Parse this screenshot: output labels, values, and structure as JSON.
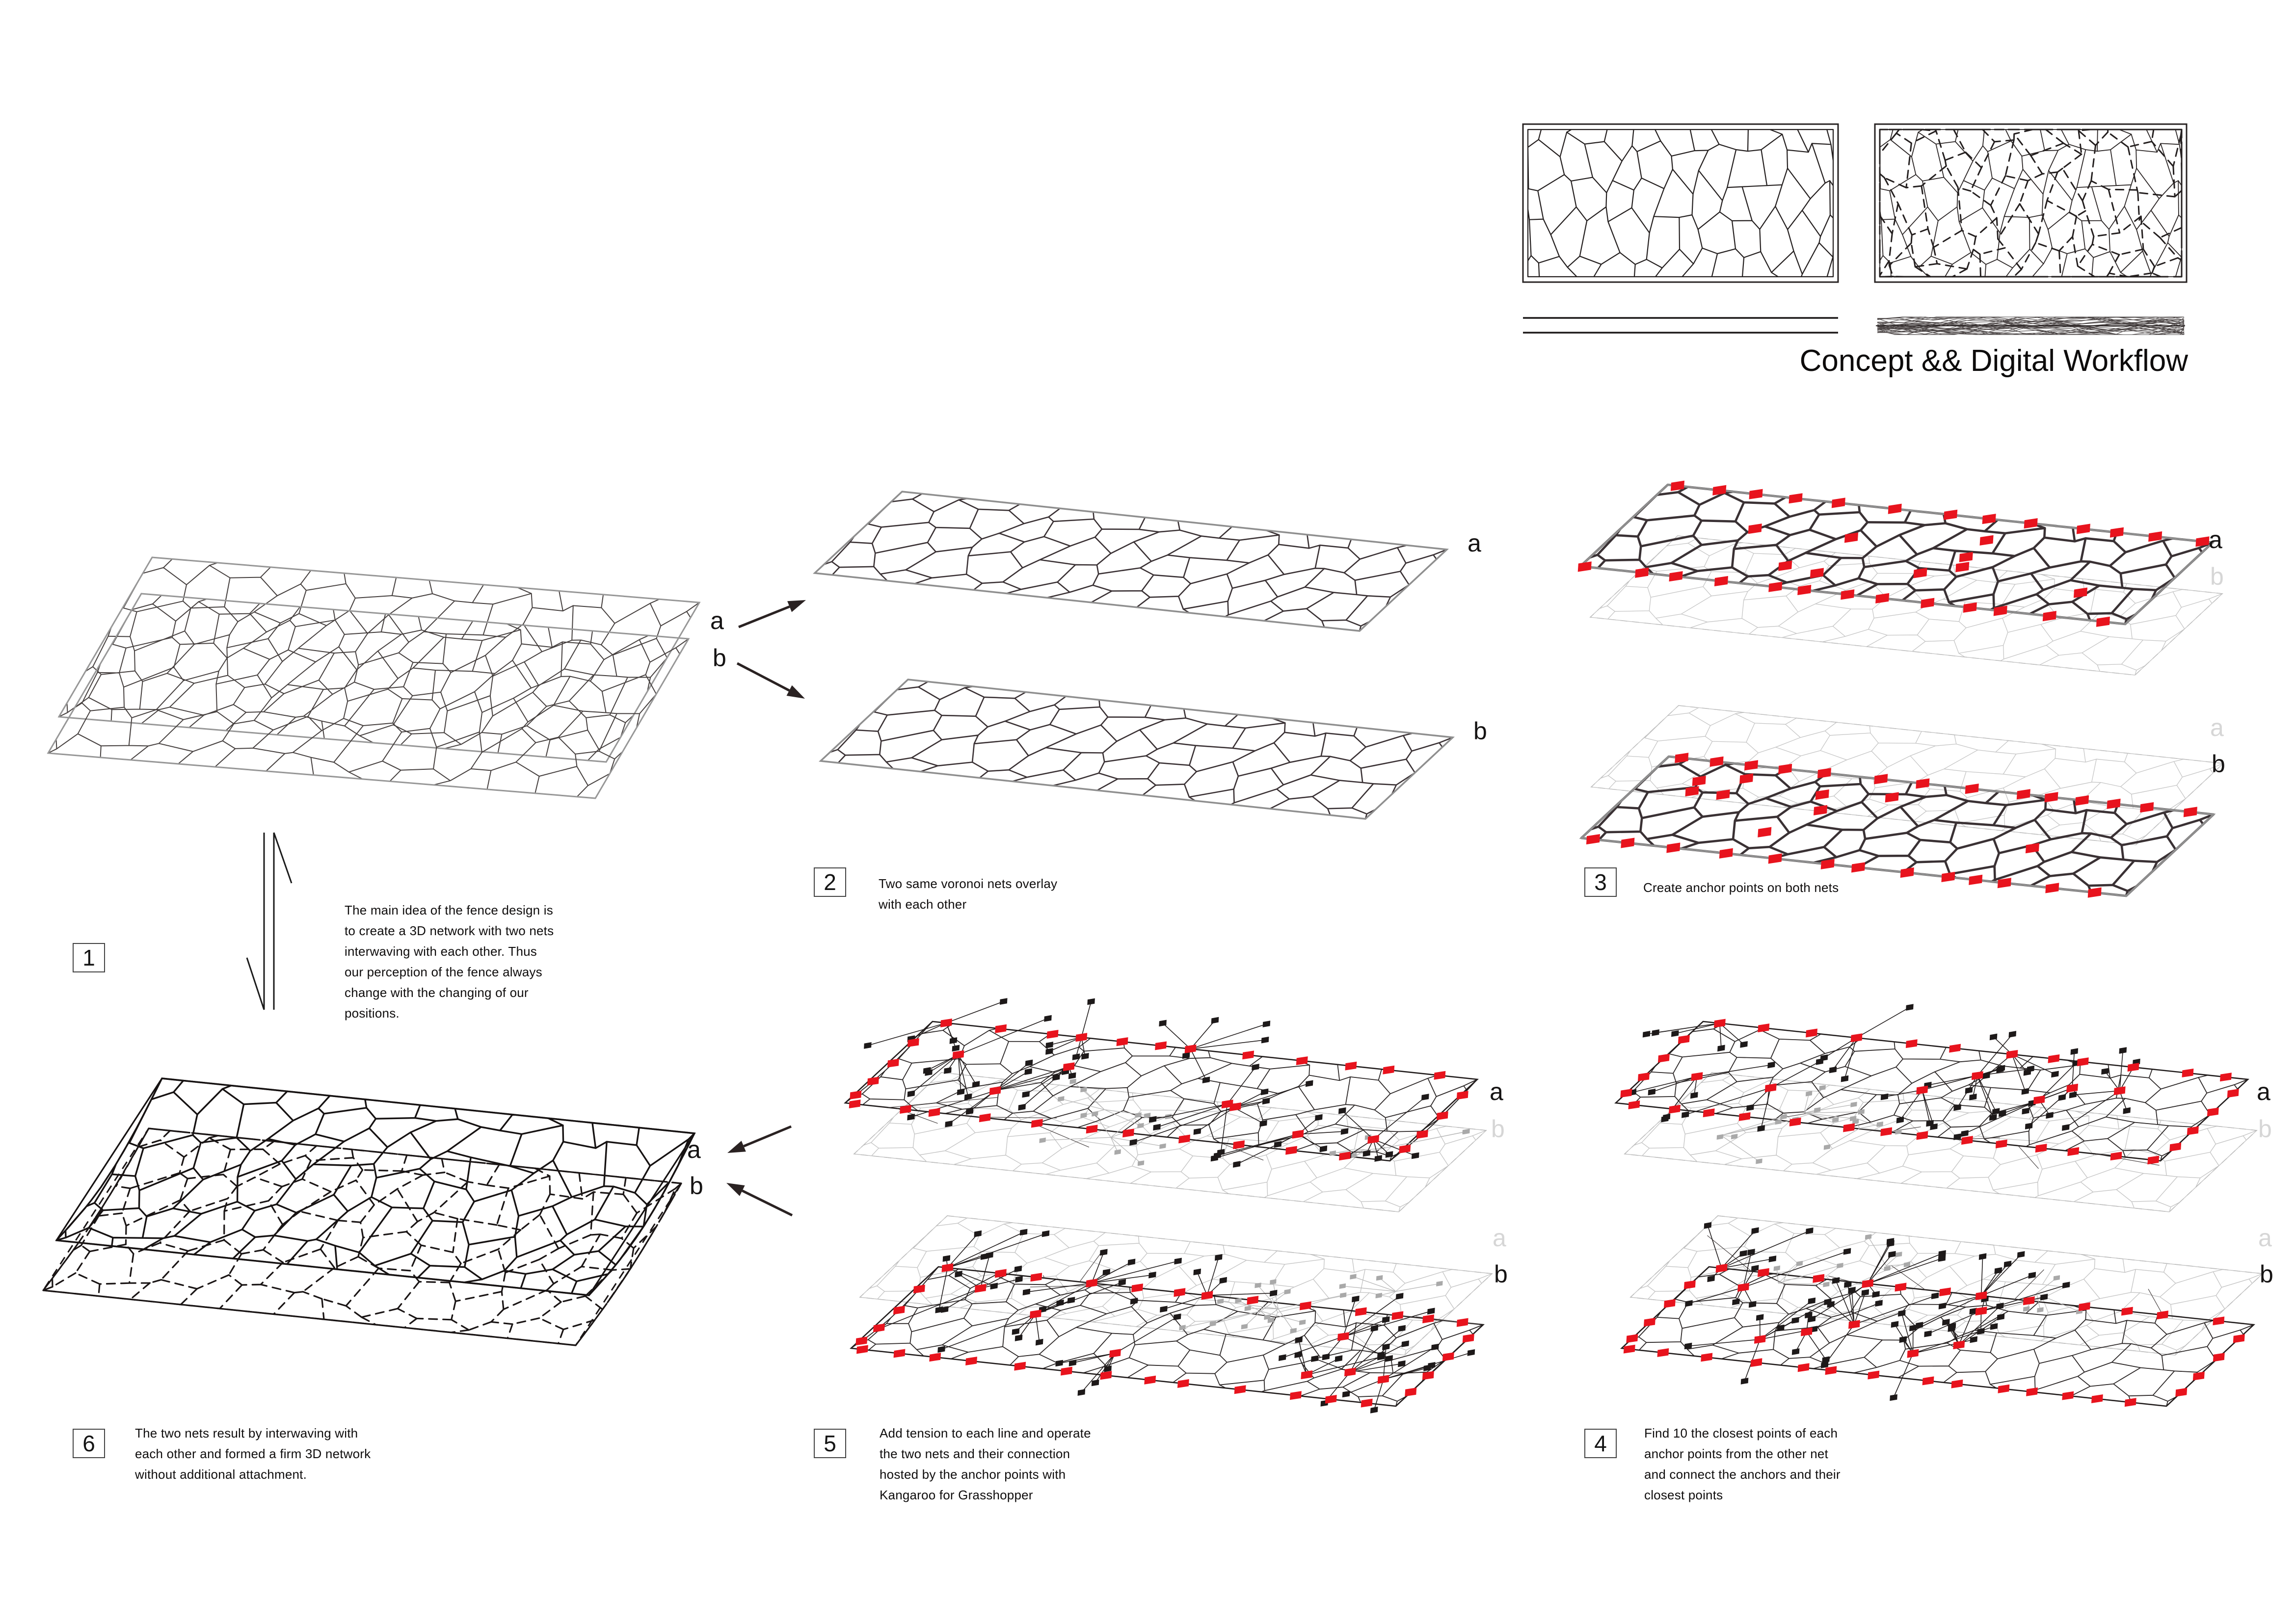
{
  "title": "Concept && Digital Workflow",
  "glyphs": {
    "a": "a",
    "b": "b"
  },
  "steps": [
    {
      "num": "1",
      "text": "The main idea of the fence design is\nto create a 3D network with two nets\ninterwaving with each other. Thus\nour perception of the fence always\nchange with the changing of our\npositions."
    },
    {
      "num": "2",
      "text": "Two same voronoi nets overlay\nwith each other"
    },
    {
      "num": "3",
      "text": "Create anchor points on both nets"
    },
    {
      "num": "4",
      "text": "Find 10 the closest points of each\nanchor points from the other net\nand connect the anchors and their\nclosest points"
    },
    {
      "num": "5",
      "text": "Add tension to each line and operate\nthe two nets and their connection\nhosted by the anchor points with\nKangaroo for Grasshopper"
    },
    {
      "num": "6",
      "text": "The two nets result by interwaving with\neach other and formed a firm 3D network\nwithout additional attachment."
    }
  ],
  "colors": {
    "anchor_red": "#e8131d",
    "net_dark": "#3a3134",
    "net_border_gray": "#8f8f8f",
    "net_faint": "#c5c5c5",
    "ink": "#1b1717",
    "label_muted": "#d6d6d6"
  }
}
